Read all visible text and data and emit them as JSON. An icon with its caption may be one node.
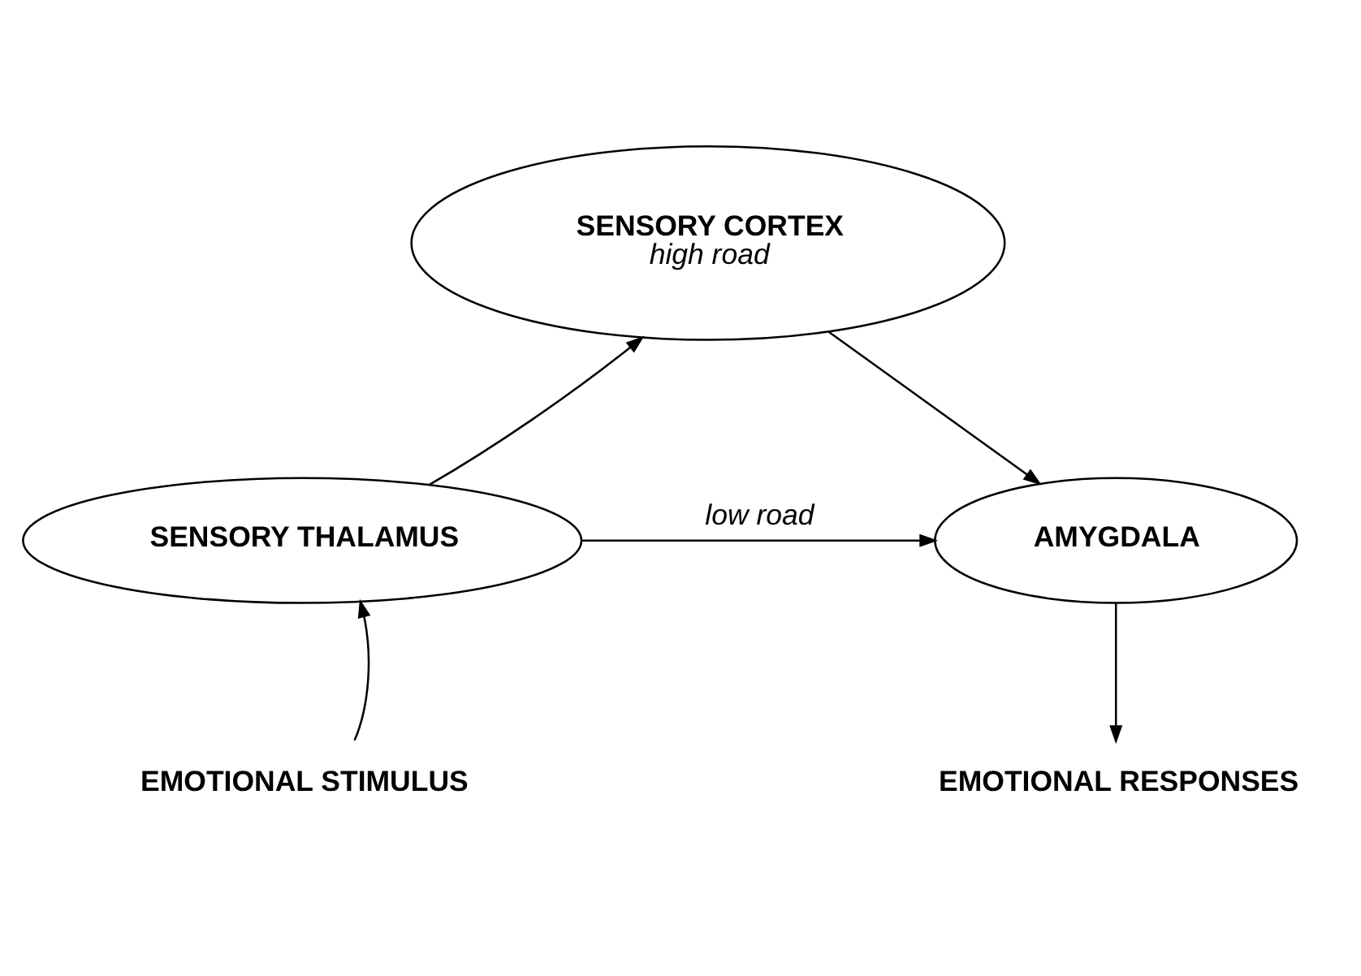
{
  "diagram": {
    "nodes": [
      {
        "text": [
          "SENSORY CORTEX",
          "high road"
        ]
      },
      {
        "text": [
          "SENSORY THALAMUS"
        ]
      },
      {
        "text": [
          "AMYGDALA"
        ]
      },
      {
        "text": [
          "EMOTIONAL STIMULUS"
        ]
      },
      {
        "text": [
          "EMOTIONAL RESPONSES"
        ]
      }
    ],
    "edges": [
      {
        "from": 3,
        "to": 1,
        "arrow": "to"
      },
      {
        "from": 1,
        "to": 0,
        "arrow": "to"
      },
      {
        "from": 0,
        "to": 2,
        "arrow": "to"
      },
      {
        "from": 1,
        "to": 2,
        "arrow": "to",
        "label": "low road"
      },
      {
        "from": 2,
        "to": 4,
        "arrow": "to"
      }
    ]
  }
}
